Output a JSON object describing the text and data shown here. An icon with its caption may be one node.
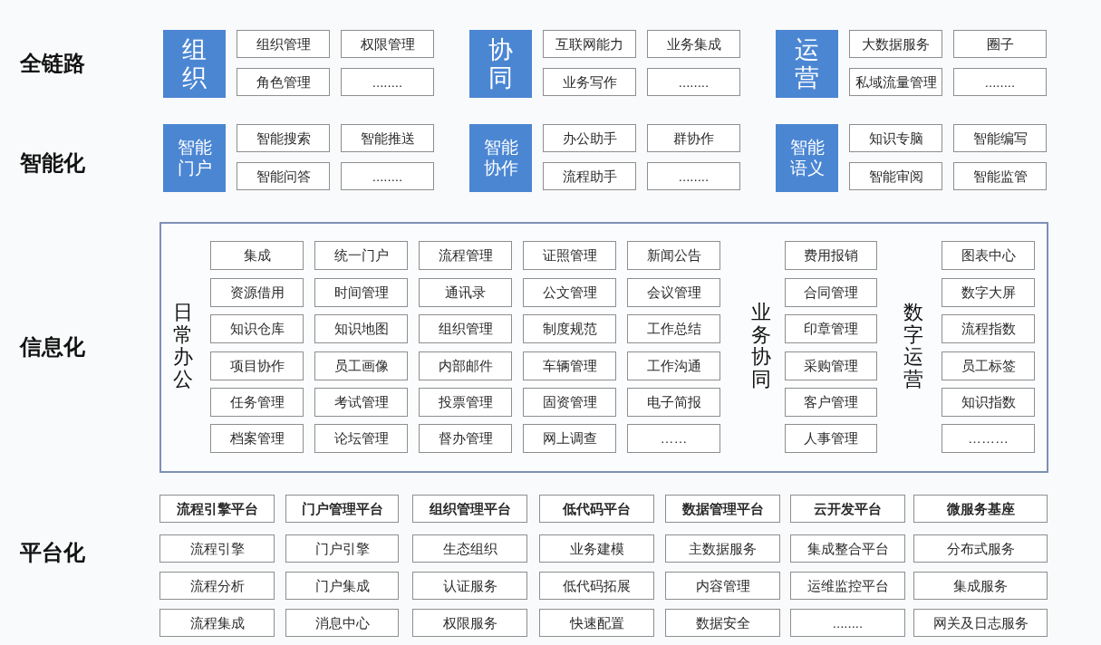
{
  "diagram": {
    "nodes": [
      {
        "text": [
          "组织"
        ]
      },
      {
        "text": [
          "组织管理"
        ]
      },
      {
        "text": [
          "权限管理"
        ]
      },
      {
        "text": [
          "角色管理"
        ]
      },
      {
        "text": [
          "........"
        ]
      },
      {
        "text": [
          "协同"
        ]
      },
      {
        "text": [
          "互联网能力"
        ]
      },
      {
        "text": [
          "业务集成"
        ]
      },
      {
        "text": [
          "业务写作"
        ]
      },
      {
        "text": [
          "........"
        ]
      },
      {
        "text": [
          "运营"
        ]
      },
      {
        "text": [
          "大数据服务"
        ]
      },
      {
        "text": [
          "圈子"
        ]
      },
      {
        "text": [
          "私域流量管理"
        ]
      },
      {
        "text": [
          "........"
        ]
      },
      {
        "text": [
          "智能门户"
        ]
      },
      {
        "text": [
          "智能搜索"
        ]
      },
      {
        "text": [
          "智能推送"
        ]
      },
      {
        "text": [
          "智能问答"
        ]
      },
      {
        "text": [
          "........"
        ]
      },
      {
        "text": [
          "智能协作"
        ]
      },
      {
        "text": [
          "办公助手"
        ]
      },
      {
        "text": [
          "群协作"
        ]
      },
      {
        "text": [
          "流程助手"
        ]
      },
      {
        "text": [
          "........"
        ]
      },
      {
        "text": [
          "智能语义"
        ]
      },
      {
        "text": [
          "知识专脑"
        ]
      },
      {
        "text": [
          "智能编写"
        ]
      },
      {
        "text": [
          "智能审阅"
        ]
      },
      {
        "text": [
          "智能监管"
        ]
      },
      {
        "text": [],
        "shape": "box"
      },
      {
        "text": [
          "集成"
        ],
        "in": 30
      },
      {
        "text": [
          "统一门户"
        ],
        "in": 30
      },
      {
        "text": [
          "流程管理"
        ],
        "in": 30
      },
      {
        "text": [
          "证照管理"
        ],
        "in": 30
      },
      {
        "text": [
          "新闻公告"
        ],
        "in": 30
      },
      {
        "text": [
          "资源借用"
        ],
        "in": 30
      },
      {
        "text": [
          "时间管理"
        ],
        "in": 30
      },
      {
        "text": [
          "通讯录"
        ],
        "in": 30
      },
      {
        "text": [
          "公文管理"
        ],
        "in": 30
      },
      {
        "text": [
          "会议管理"
        ],
        "in": 30
      },
      {
        "text": [
          "知识仓库"
        ],
        "in": 30
      },
      {
        "text": [
          "知识地图"
        ],
        "in": 30
      },
      {
        "text": [
          "组织管理"
        ],
        "in": 30
      },
      {
        "text": [
          "制度规范"
        ],
        "in": 30
      },
      {
        "text": [
          "工作总结"
        ],
        "in": 30
      },
      {
        "text": [
          "项目协作"
        ],
        "in": 30
      },
      {
        "text": [
          "员工画像"
        ],
        "in": 30
      },
      {
        "text": [
          "内部邮件"
        ],
        "in": 30
      },
      {
        "text": [
          "车辆管理"
        ],
        "in": 30
      },
      {
        "text": [
          "工作沟通"
        ],
        "in": 30
      },
      {
        "text": [
          "任务管理"
        ],
        "in": 30
      },
      {
        "text": [
          "考试管理"
        ],
        "in": 30
      },
      {
        "text": [
          "投票管理"
        ],
        "in": 30
      },
      {
        "text": [
          "固资管理"
        ],
        "in": 30
      },
      {
        "text": [
          "电子简报"
        ],
        "in": 30
      },
      {
        "text": [
          "档案管理"
        ],
        "in": 30
      },
      {
        "text": [
          "论坛管理"
        ],
        "in": 30
      },
      {
        "text": [
          "督办管理"
        ],
        "in": 30
      },
      {
        "text": [
          "网上调查"
        ],
        "in": 30
      },
      {
        "text": [
          "……"
        ],
        "in": 30
      },
      {
        "text": [
          "费用报销"
        ],
        "in": 30
      },
      {
        "text": [
          "合同管理"
        ],
        "in": 30
      },
      {
        "text": [
          "印章管理"
        ],
        "in": 30
      },
      {
        "text": [
          "采购管理"
        ],
        "in": 30
      },
      {
        "text": [
          "客户管理"
        ],
        "in": 30
      },
      {
        "text": [
          "人事管理"
        ],
        "in": 30
      },
      {
        "text": [
          "图表中心"
        ],
        "in": 30
      },
      {
        "text": [
          "数字大屏"
        ],
        "in": 30
      },
      {
        "text": [
          "流程指数"
        ],
        "in": 30
      },
      {
        "text": [
          "员工标签"
        ],
        "in": 30
      },
      {
        "text": [
          "知识指数"
        ],
        "in": 30
      },
      {
        "text": [
          "………"
        ],
        "in": 30
      },
      {
        "text": [
          "流程引擎平台"
        ]
      },
      {
        "text": [
          "门户管理平台"
        ]
      },
      {
        "text": [
          "组织管理平台"
        ]
      },
      {
        "text": [
          "低代码平台"
        ]
      },
      {
        "text": [
          "数据管理平台"
        ]
      },
      {
        "text": [
          "云开发平台"
        ]
      },
      {
        "text": [
          "微服务基座"
        ]
      },
      {
        "text": [
          "流程引擎"
        ]
      },
      {
        "text": [
          "门户引擎"
        ]
      },
      {
        "text": [
          "生态组织"
        ]
      },
      {
        "text": [
          "业务建模"
        ]
      },
      {
        "text": [
          "主数据服务"
        ]
      },
      {
        "text": [
          "集成整合平台"
        ]
      },
      {
        "text": [
          "分布式服务"
        ]
      },
      {
        "text": [
          "流程分析"
        ]
      },
      {
        "text": [
          "门户集成"
        ]
      },
      {
        "text": [
          "认证服务"
        ]
      },
      {
        "text": [
          "低代码拓展"
        ]
      },
      {
        "text": [
          "内容管理"
        ]
      },
      {
        "text": [
          "运维监控平台"
        ]
      },
      {
        "text": [
          "集成服务"
        ]
      },
      {
        "text": [
          "流程集成"
        ]
      },
      {
        "text": [
          "消息中心"
        ]
      },
      {
        "text": [
          "权限服务"
        ]
      },
      {
        "text": [
          "快速配置"
        ]
      },
      {
        "text": [
          "数据安全"
        ]
      },
      {
        "text": [
          "........"
        ]
      },
      {
        "text": [
          "网关及日志服务"
        ]
      }
    ],
    "labels": [
      "全链路",
      "智能化",
      "信息化",
      "日常办公",
      "业务协同",
      "数字运营",
      "平台化"
    ]
  }
}
